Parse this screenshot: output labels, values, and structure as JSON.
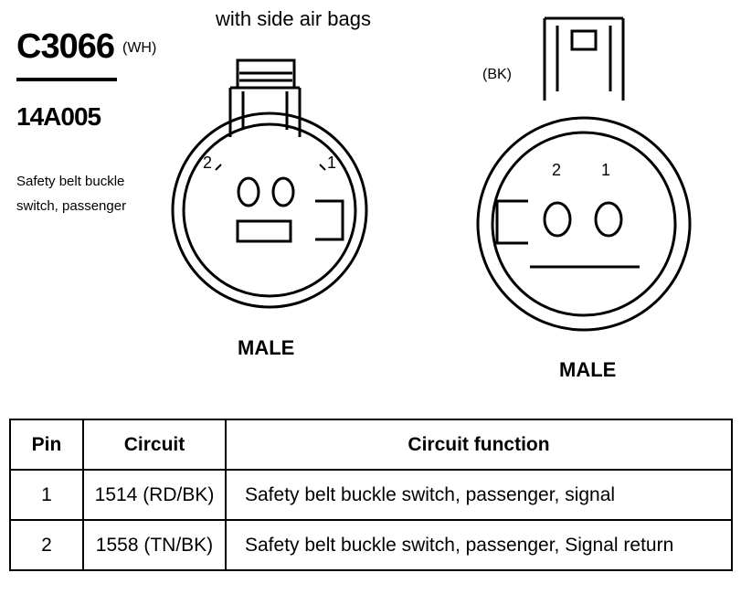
{
  "connector": {
    "id": "C3066",
    "color_code": "(WH)",
    "part_number": "14A005",
    "description_line1": "Safety belt buckle",
    "description_line2": "switch, passenger"
  },
  "left_view": {
    "caption": "with side air bags",
    "pin_left": "2",
    "pin_right": "1",
    "gender": "MALE"
  },
  "right_view": {
    "color_code": "(BK)",
    "pin_left": "2",
    "pin_right": "1",
    "gender": "MALE"
  },
  "table": {
    "headers": [
      "Pin",
      "Circuit",
      "Circuit function"
    ],
    "rows": [
      {
        "pin": "1",
        "circuit": "1514 (RD/BK)",
        "function": "Safety belt buckle switch, passenger, signal"
      },
      {
        "pin": "2",
        "circuit": "1558 (TN/BK)",
        "function": "Safety belt buckle switch, passenger, Signal return"
      }
    ]
  }
}
